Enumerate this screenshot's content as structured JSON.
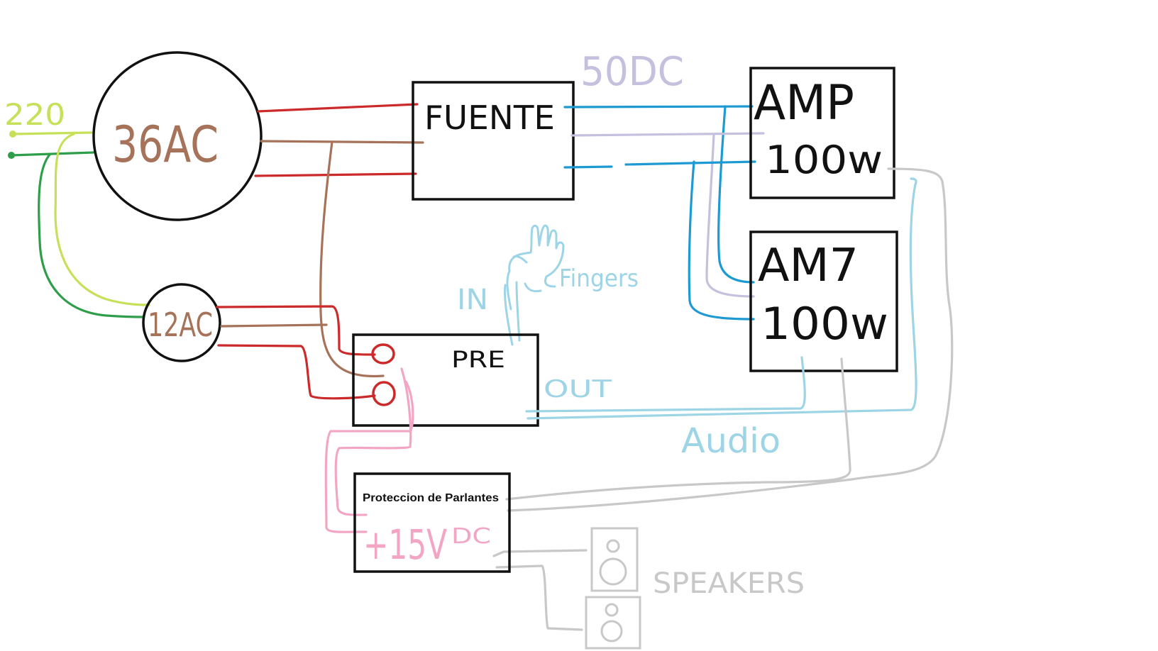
{
  "labels": {
    "mains": "220",
    "transformer_big": "36AC",
    "transformer_small": "12AC",
    "fuente": "FUENTE",
    "dc_supply": "50DC",
    "amp1_line1": "AMP",
    "amp1_line2": "100w",
    "amp2_line1": "AM7",
    "amp2_line2": "100w",
    "pre": "PRE",
    "in": "IN",
    "fingers": "Fingers",
    "out": "OUT",
    "audio": "Audio",
    "protection": "Proteccion de Parlantes",
    "protection_voltage": "+15V",
    "protection_voltage_sup": "DC",
    "speakers": "SPEAKERS"
  },
  "colors": {
    "mains_yellow": "#c6e05a",
    "mains_green": "#2e9e4a",
    "ac_red": "#cc2a2a",
    "ac_brown": "#a6735a",
    "dc_blue": "#1e9ad2",
    "dc_lavender": "#c4c0de",
    "signal_lightblue": "#9dd4e6",
    "speaker_gray": "#c8c8c8",
    "dc15_pink": "#f2a6c4"
  }
}
